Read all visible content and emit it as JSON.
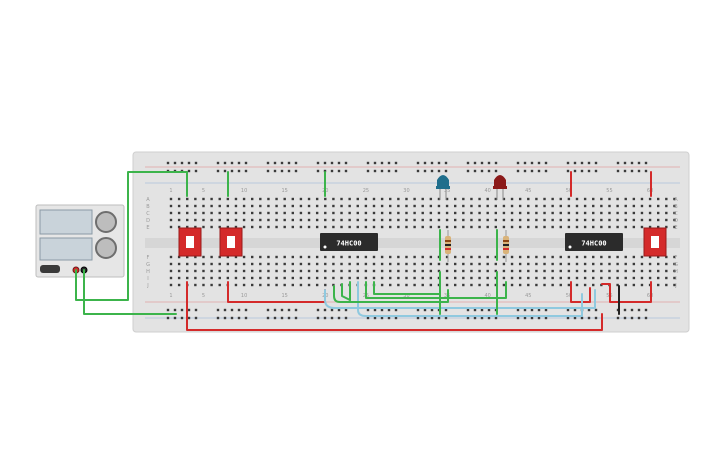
{
  "breadboard": {
    "column_numbers": [
      "1",
      "5",
      "10",
      "15",
      "20",
      "25",
      "30",
      "35",
      "40",
      "45",
      "50",
      "55",
      "60"
    ],
    "row_letters_top": [
      "A",
      "B",
      "C",
      "D",
      "E"
    ],
    "row_letters_bottom": [
      "F",
      "G",
      "H",
      "I",
      "J"
    ]
  },
  "chips": [
    {
      "label": "74HC00"
    },
    {
      "label": "74HC00"
    }
  ],
  "dip_switches": [
    "dip-switch-1",
    "dip-switch-2",
    "dip-switch-3"
  ],
  "leds": [
    {
      "color": "#1f6e8c"
    },
    {
      "color": "#8b1a1a"
    }
  ],
  "power_supply": {
    "display_color": "#c9d3da",
    "body_color": "#e6e6e6"
  },
  "wire_colors": {
    "green": "#3cb44b",
    "red": "#d42a2a",
    "blue": "#8fc9df",
    "black": "#222222"
  }
}
